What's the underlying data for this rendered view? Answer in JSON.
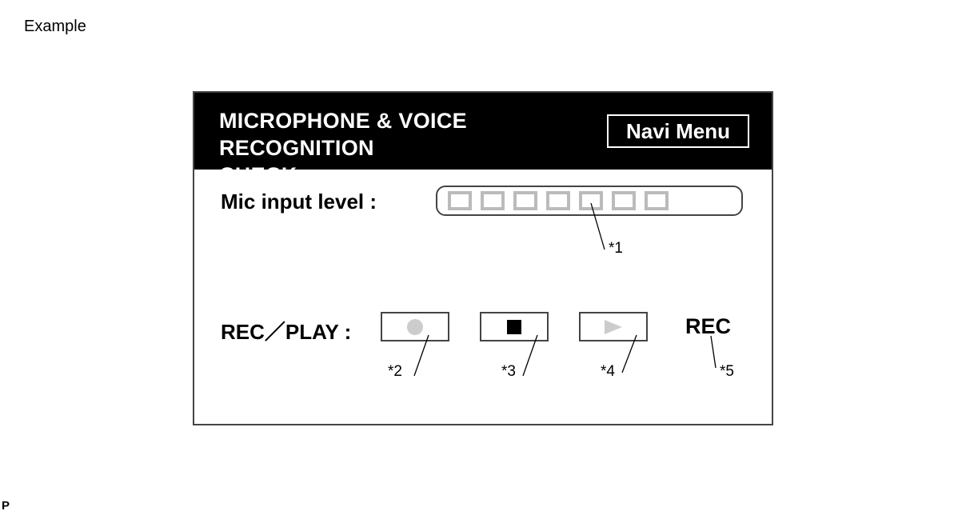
{
  "page": {
    "example_label": "Example",
    "corner_mark": "P"
  },
  "screen": {
    "title": "MICROPHONE & VOICE RECOGNITION\nCHECK",
    "navi_menu_label": "Navi Menu",
    "mic_input_label": "Mic input level :",
    "mic_level": {
      "cells_total": 7,
      "cells_lit": 0
    },
    "rec_play_label": "REC／PLAY :",
    "buttons": [
      {
        "name": "record-button",
        "icon": "record-dot-icon",
        "enabled": false
      },
      {
        "name": "stop-button",
        "icon": "stop-square-icon",
        "enabled": true
      },
      {
        "name": "play-button",
        "icon": "play-triangle-icon",
        "enabled": false
      }
    ],
    "status_text": "REC"
  },
  "callouts": {
    "c1": "*1",
    "c2": "*2",
    "c3": "*3",
    "c4": "*4",
    "c5": "*5"
  },
  "colors": {
    "header_bg": "#000000",
    "header_text": "#ffffff",
    "disabled_icon": "#cccccc",
    "meter_cell": "#bbbbbb"
  }
}
